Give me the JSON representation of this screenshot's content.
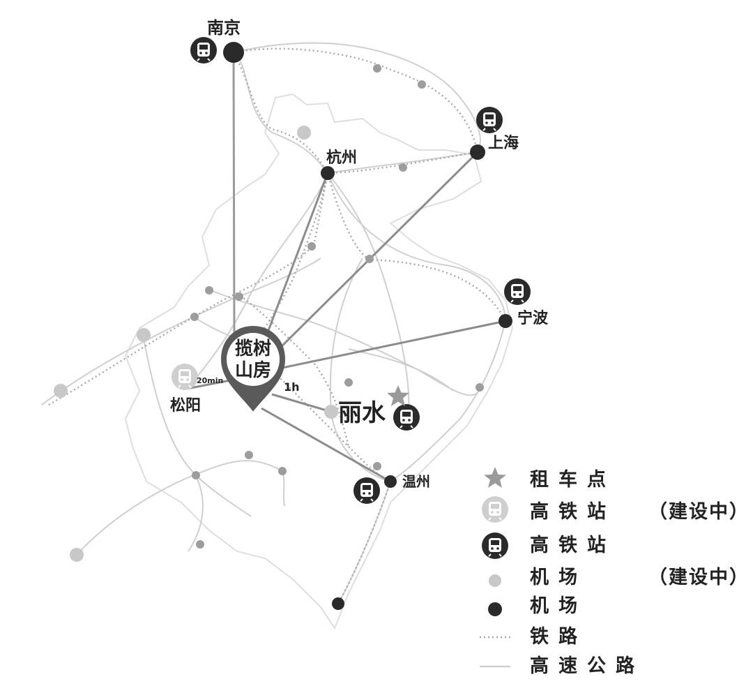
{
  "cities": {
    "nanjing": "南京",
    "shanghai": "上海",
    "hangzhou": "杭州",
    "ningbo": "宁波",
    "songyang": "松阳",
    "lishui": "丽水",
    "wenzhou": "温州"
  },
  "pin": {
    "line1": "揽树",
    "line2": "山房"
  },
  "travel_times": {
    "songyang": "20min",
    "lishui": "1h"
  },
  "legend": {
    "car_rental": "租车点",
    "hsr_station_construction": "高铁站",
    "hsr_station": "高铁站",
    "airport_construction": "机场",
    "airport": "机场",
    "railway": "铁路",
    "expressway": "高速公路",
    "under_construction": "（建设中）"
  },
  "colors": {
    "dark": "#2a2a2a",
    "mid": "#8c8c8c",
    "light": "#c8c8c8",
    "road": "#cfcfcf",
    "rail": "#a8a8a8"
  },
  "icons": {
    "hsr": "train-station-icon",
    "hsr_construction": "train-station-construction-icon",
    "airport": "airport-dot-icon",
    "airport_construction": "airport-construction-dot-icon",
    "car_rental": "star-icon",
    "pin": "location-pin-icon"
  }
}
